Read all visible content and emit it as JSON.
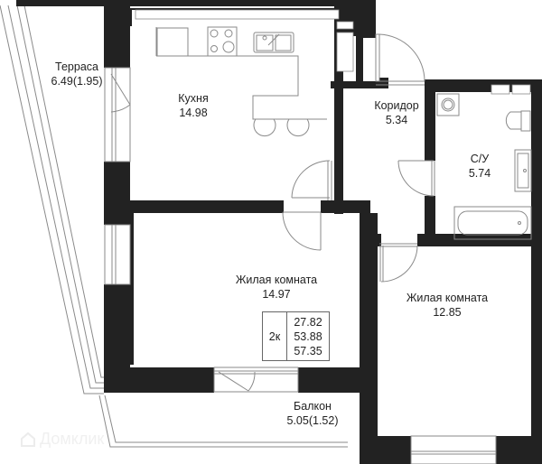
{
  "colors": {
    "wall": "#222222",
    "line": "#8a8a8a",
    "text": "#222222",
    "background": "#ffffff"
  },
  "rooms": [
    {
      "id": "terrace",
      "name": "Терраса",
      "area": "6.49(1.95)"
    },
    {
      "id": "kitchen",
      "name": "Кухня",
      "area": "14.98"
    },
    {
      "id": "corridor",
      "name": "Коридор",
      "area": "5.34"
    },
    {
      "id": "bathroom",
      "name": "С/У",
      "area": "5.74"
    },
    {
      "id": "living1",
      "name": "Жилая комната",
      "area": "14.97"
    },
    {
      "id": "living2",
      "name": "Жилая комната",
      "area": "12.85"
    },
    {
      "id": "balcony",
      "name": "Балкон",
      "area": "5.05(1.52)"
    }
  ],
  "summary": {
    "rooms": "2к",
    "living_area": "27.82",
    "total_area": "53.88",
    "total_with_outdoor": "57.35"
  },
  "watermark": {
    "text": "Домклик",
    "icon": "house-logo-icon"
  }
}
